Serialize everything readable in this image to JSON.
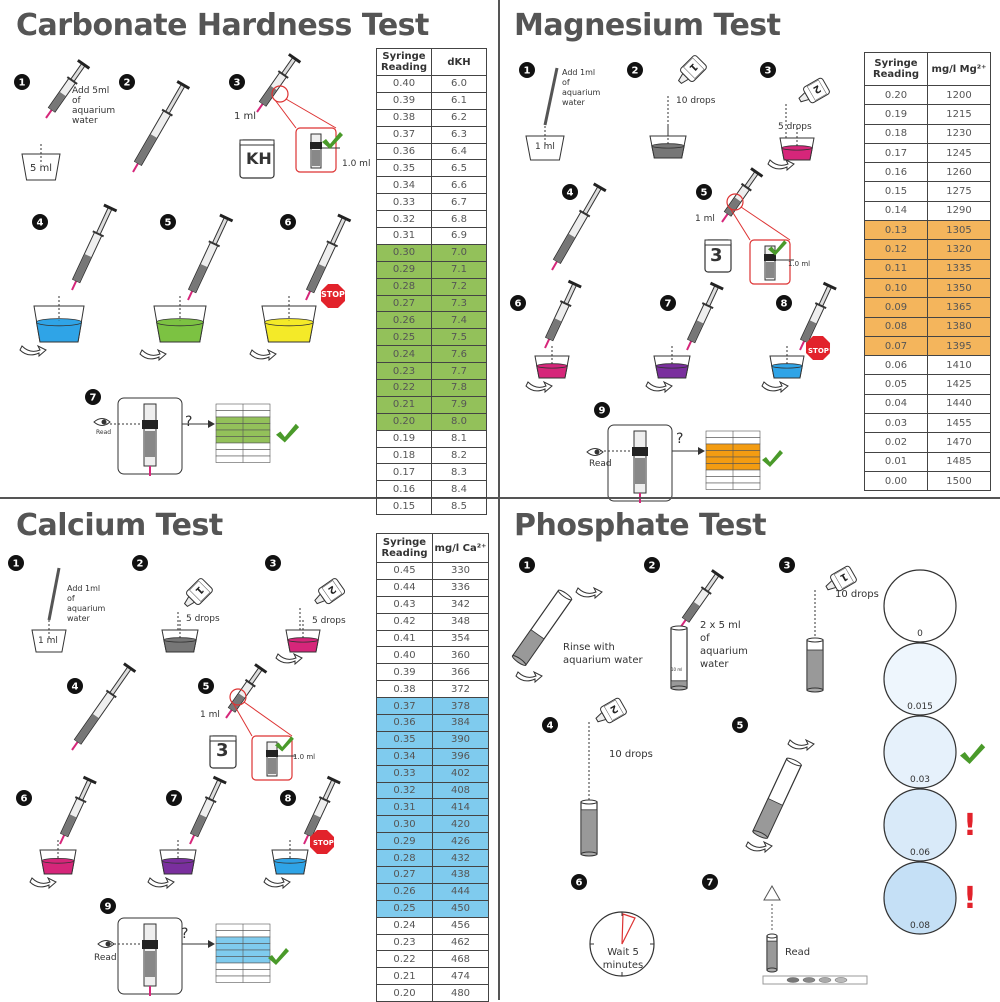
{
  "colors": {
    "kh_highlight": "#93c15a",
    "mg_highlight": "#f4b55c",
    "ca_highlight": "#7fcbee",
    "stop": "#e2222b",
    "check": "#4a9a2a",
    "exclaim": "#e2222b",
    "pen_pink": "#d6267a"
  },
  "kh": {
    "title": "Carbonate Hardness Test",
    "step1_text": "Add 5ml of aquarium water",
    "step1_cup": "5 ml",
    "step3_volume": "1 ml",
    "step3_jar": "KH",
    "step3_mark": "1.0 ml",
    "step6_stop": "STOP!",
    "step7_read": "Read",
    "step7_q": "?",
    "steps": [
      "1",
      "2",
      "3",
      "4",
      "5",
      "6",
      "7"
    ],
    "table": {
      "headers": [
        "Syringe Reading",
        "dKH"
      ],
      "highlight_from": "0.30",
      "highlight_to": "0.20",
      "rows": [
        [
          "0.40",
          "6.0"
        ],
        [
          "0.39",
          "6.1"
        ],
        [
          "0.38",
          "6.2"
        ],
        [
          "0.37",
          "6.3"
        ],
        [
          "0.36",
          "6.4"
        ],
        [
          "0.35",
          "6.5"
        ],
        [
          "0.34",
          "6.6"
        ],
        [
          "0.33",
          "6.7"
        ],
        [
          "0.32",
          "6.8"
        ],
        [
          "0.31",
          "6.9"
        ],
        [
          "0.30",
          "7.0"
        ],
        [
          "0.29",
          "7.1"
        ],
        [
          "0.28",
          "7.2"
        ],
        [
          "0.27",
          "7.3"
        ],
        [
          "0.26",
          "7.4"
        ],
        [
          "0.25",
          "7.5"
        ],
        [
          "0.24",
          "7.6"
        ],
        [
          "0.23",
          "7.7"
        ],
        [
          "0.22",
          "7.8"
        ],
        [
          "0.21",
          "7.9"
        ],
        [
          "0.20",
          "8.0"
        ],
        [
          "0.19",
          "8.1"
        ],
        [
          "0.18",
          "8.2"
        ],
        [
          "0.17",
          "8.3"
        ],
        [
          "0.16",
          "8.4"
        ],
        [
          "0.15",
          "8.5"
        ]
      ]
    }
  },
  "mg": {
    "title": "Magnesium Test",
    "step1_text": "Add 1ml of aquarium water",
    "step1_cup": "1 ml",
    "step2_text": "10 drops",
    "step2_bottle": "1",
    "step3_text": "5 drops",
    "step3_bottle": "2",
    "step5_volume": "1 ml",
    "step5_jar": "3",
    "step5_mark": "1.0 ml",
    "step8_stop": "STOP!",
    "step9_read": "Read",
    "step9_q": "?",
    "steps": [
      "1",
      "2",
      "3",
      "4",
      "5",
      "6",
      "7",
      "8",
      "9"
    ],
    "table": {
      "headers": [
        "Syringe Reading",
        "mg/l Mg²⁺"
      ],
      "highlight_from": "0.13",
      "highlight_to": "0.07",
      "rows": [
        [
          "0.20",
          "1200"
        ],
        [
          "0.19",
          "1215"
        ],
        [
          "0.18",
          "1230"
        ],
        [
          "0.17",
          "1245"
        ],
        [
          "0.16",
          "1260"
        ],
        [
          "0.15",
          "1275"
        ],
        [
          "0.14",
          "1290"
        ],
        [
          "0.13",
          "1305"
        ],
        [
          "0.12",
          "1320"
        ],
        [
          "0.11",
          "1335"
        ],
        [
          "0.10",
          "1350"
        ],
        [
          "0.09",
          "1365"
        ],
        [
          "0.08",
          "1380"
        ],
        [
          "0.07",
          "1395"
        ],
        [
          "0.06",
          "1410"
        ],
        [
          "0.05",
          "1425"
        ],
        [
          "0.04",
          "1440"
        ],
        [
          "0.03",
          "1455"
        ],
        [
          "0.02",
          "1470"
        ],
        [
          "0.01",
          "1485"
        ],
        [
          "0.00",
          "1500"
        ]
      ]
    }
  },
  "ca": {
    "title": "Calcium Test",
    "step1_text": "Add 1ml of aquarium water",
    "step1_cup": "1 ml",
    "step2_text": "5 drops",
    "step2_bottle": "1",
    "step3_text": "5 drops",
    "step3_bottle": "2",
    "step5_volume": "1 ml",
    "step5_jar": "3",
    "step5_mark": "1.0 ml",
    "step8_stop": "STOP!",
    "step9_read": "Read",
    "step9_q": "?",
    "steps": [
      "1",
      "2",
      "3",
      "4",
      "5",
      "6",
      "7",
      "8",
      "9"
    ],
    "table": {
      "headers": [
        "Syringe Reading",
        "mg/l Ca²⁺"
      ],
      "highlight_from": "0.37",
      "highlight_to": "0.25",
      "rows": [
        [
          "0.45",
          "330"
        ],
        [
          "0.44",
          "336"
        ],
        [
          "0.43",
          "342"
        ],
        [
          "0.42",
          "348"
        ],
        [
          "0.41",
          "354"
        ],
        [
          "0.40",
          "360"
        ],
        [
          "0.39",
          "366"
        ],
        [
          "0.38",
          "372"
        ],
        [
          "0.37",
          "378"
        ],
        [
          "0.36",
          "384"
        ],
        [
          "0.35",
          "390"
        ],
        [
          "0.34",
          "396"
        ],
        [
          "0.33",
          "402"
        ],
        [
          "0.32",
          "408"
        ],
        [
          "0.31",
          "414"
        ],
        [
          "0.30",
          "420"
        ],
        [
          "0.29",
          "426"
        ],
        [
          "0.28",
          "432"
        ],
        [
          "0.27",
          "438"
        ],
        [
          "0.26",
          "444"
        ],
        [
          "0.25",
          "450"
        ],
        [
          "0.24",
          "456"
        ],
        [
          "0.23",
          "462"
        ],
        [
          "0.22",
          "468"
        ],
        [
          "0.21",
          "474"
        ],
        [
          "0.20",
          "480"
        ]
      ]
    }
  },
  "po4": {
    "title": "Phosphate Test",
    "step1_text": "Rinse with aquarium water",
    "step2_text": "2 x 5 ml of aquarium water",
    "step2_tube": "10 ml",
    "step3_text": "10 drops",
    "step3_bottle": "1",
    "step4_text": "10 drops",
    "step4_bottle": "2",
    "step6_text": "Wait 5 minutes",
    "step7_text": "Read",
    "steps": [
      "1",
      "2",
      "3",
      "4",
      "5",
      "6",
      "7"
    ],
    "color_scale": [
      {
        "value": "0",
        "color": "#ffffff",
        "mark": ""
      },
      {
        "value": "0.015",
        "color": "#eef6fd",
        "mark": ""
      },
      {
        "value": "0.03",
        "color": "#e6f1fb",
        "mark": "check"
      },
      {
        "value": "0.06",
        "color": "#d9eaf9",
        "mark": "!"
      },
      {
        "value": "0.08",
        "color": "#c5e0f6",
        "mark": "!"
      }
    ]
  }
}
